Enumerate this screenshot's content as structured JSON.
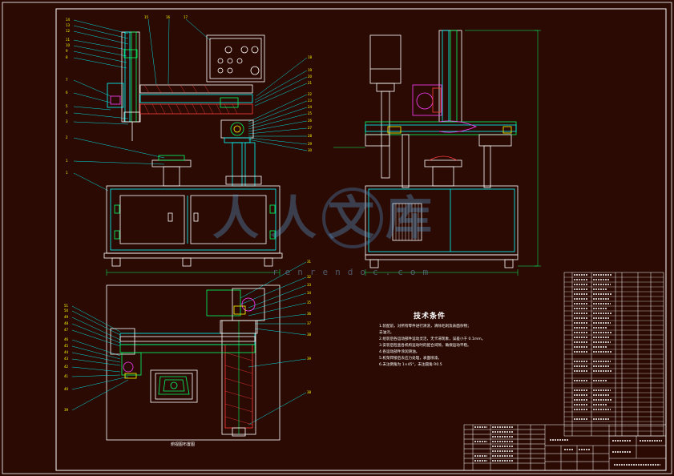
{
  "drawing": {
    "plan_view_title": "俯视图布置图",
    "technical_requirements": {
      "title": "技术条件",
      "lines": [
        "1.装配前，对所有零件进行清洗，清除毛刺及表面杂物；",
        "  去油污。",
        "2.组装后各运动部件运动灵活，无卡滞现象，误差小于 0.1mm。",
        "3.安装后检查各机构运动时的配合间隙，确保运动平稳。",
        "4.各运动部件涂润滑油。",
        "5.机架焊接后去应力处理，表面喷漆。",
        "6.未注倒角为 1×45°，未注圆角 R0.5"
      ]
    },
    "watermark": {
      "text": "人人文库",
      "url": "renrendoc.com"
    },
    "colors": {
      "background": "#2b0a03",
      "outline": "#ffffff",
      "body": "#00ffff",
      "leader": "#00e0e0",
      "dimension": "#00ff66",
      "hatch": "#ff3c3c",
      "part": "#ff40ff",
      "yellow": "#ffff00"
    }
  }
}
